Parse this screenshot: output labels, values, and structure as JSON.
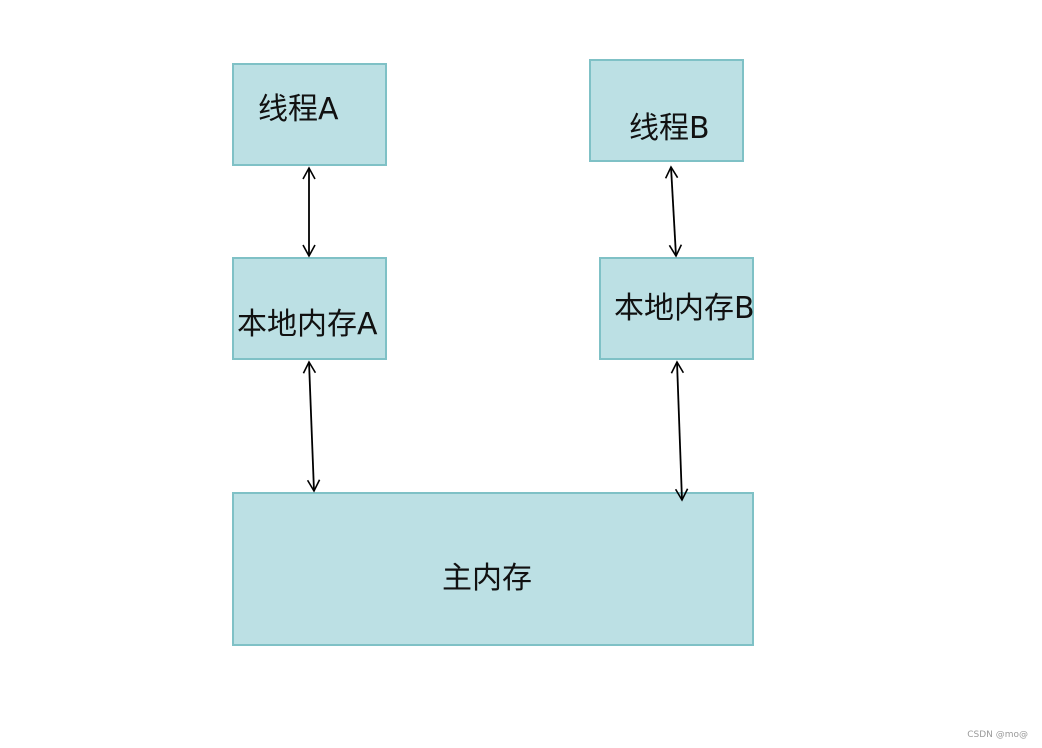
{
  "nodes": {
    "thread_a": "线程A",
    "thread_b": "线程B",
    "local_memory_a": "本地内存A",
    "local_memory_b": "本地内存B",
    "main_memory": "主内存"
  },
  "edges": [
    {
      "from": "thread_a",
      "to": "local_memory_a",
      "direction": "both"
    },
    {
      "from": "thread_b",
      "to": "local_memory_b",
      "direction": "both"
    },
    {
      "from": "local_memory_a",
      "to": "main_memory",
      "direction": "both"
    },
    {
      "from": "local_memory_b",
      "to": "main_memory",
      "direction": "both"
    }
  ],
  "colors": {
    "box_fill": "#bce0e4",
    "box_border": "#7fc1c6",
    "arrow": "#000000"
  },
  "watermark": "CSDN @mo@"
}
